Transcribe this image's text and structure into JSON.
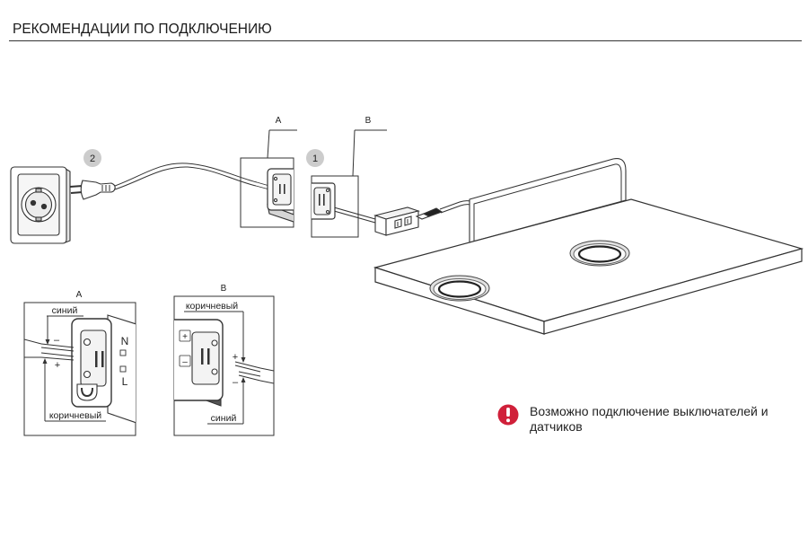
{
  "title": "РЕКОМЕНДАЦИИ ПО ПОДКЛЮЧЕНИЮ",
  "overview": {
    "step_2": "2",
    "step_1": "1",
    "callout_a": "A",
    "callout_b": "B"
  },
  "detail_a": {
    "label": "A",
    "wire_blue": "синий",
    "wire_brown": "коричневый",
    "minus": "–",
    "plus": "+",
    "terminal_n": "N",
    "terminal_l": "L"
  },
  "detail_b": {
    "label": "B",
    "wire_brown": "коричневый",
    "wire_blue": "синий",
    "pin_plus": "+",
    "pin_minus": "–",
    "plus": "+",
    "minus": "–"
  },
  "note": {
    "icon": "exclamation-icon",
    "icon_color": "#d0203a",
    "text": "Возможно подключение выключателей и датчиков"
  },
  "colors": {
    "step_badge": "#cccccc"
  }
}
